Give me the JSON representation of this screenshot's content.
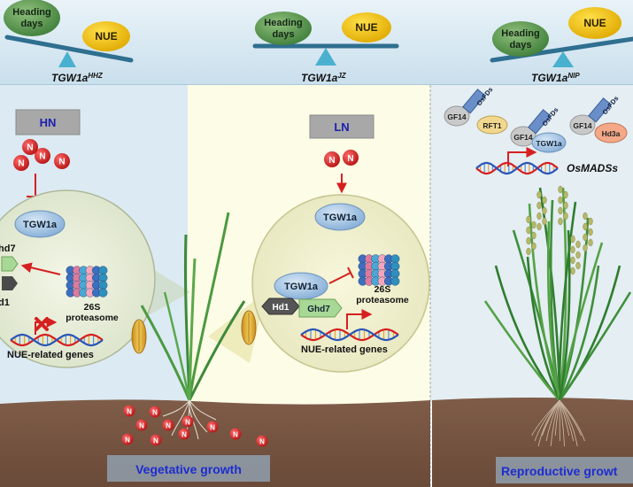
{
  "top_panels": [
    {
      "heading": "Heading\ndays",
      "nue": "NUE",
      "gene": "TGW1a",
      "sup": "HHZ"
    },
    {
      "heading": "Heading\ndays",
      "nue": "NUE",
      "gene": "TGW1a",
      "sup": "JZ"
    },
    {
      "heading": "Heading\ndays",
      "nue": "NUE",
      "gene": "TGW1a",
      "sup": "NIP"
    }
  ],
  "left": {
    "condition": "HN",
    "nitrogen": "N",
    "tgw1a": "TGW1a",
    "ghd7": "hd7",
    "hd1": "d1",
    "proteasome": "26S\nproteasome",
    "genes": "NUE-related genes"
  },
  "middle": {
    "condition": "LN",
    "nitrogen": "N",
    "tgw1a_top": "TGW1a",
    "tgw1a": "TGW1a",
    "hd1": "Hd1",
    "ghd7": "Ghd7",
    "proteasome": "26S\nproteasome",
    "genes": "NUE-related genes"
  },
  "right": {
    "gf14": "GF14",
    "osfds": "OsFDs",
    "rft1": "RFT1",
    "tgw1a": "TGW1a",
    "hd3a": "Hd3a",
    "osmads": "OsMADSs"
  },
  "soil_n": "N",
  "labels": {
    "vegetative": "Vegetative growth",
    "reproductive": "Reproductive growt"
  },
  "colors": {
    "top_band": "#d6e9f3",
    "left_bg": "#dceaf3",
    "mid_bg": "#fdfce6",
    "right_bg": "#e4eef3",
    "soil": "#7a5a48",
    "balance_ellipse": "#5c9c4f",
    "nue_ellipse": "#f3c316",
    "beam": "#2f6f90",
    "fulcrum": "#4ab0cf",
    "nitrogen": "#d82626",
    "arrow_red": "#d62020",
    "condition_box": "#a8a8a8",
    "condition_text": "#1d1fb0",
    "growth_label_bg": "#8e9aa6",
    "growth_label_text": "#1d2dd0",
    "tgw1a_fill": "#9fc3e4",
    "ghd7_fill": "#a8d896",
    "hd1_fill": "#4a4a4a",
    "rft1_fill": "#f1d88e",
    "hd3a_fill": "#f3a888",
    "gf14_fill": "#c9c9c9",
    "osfds_fill": "#6a8ec8"
  }
}
